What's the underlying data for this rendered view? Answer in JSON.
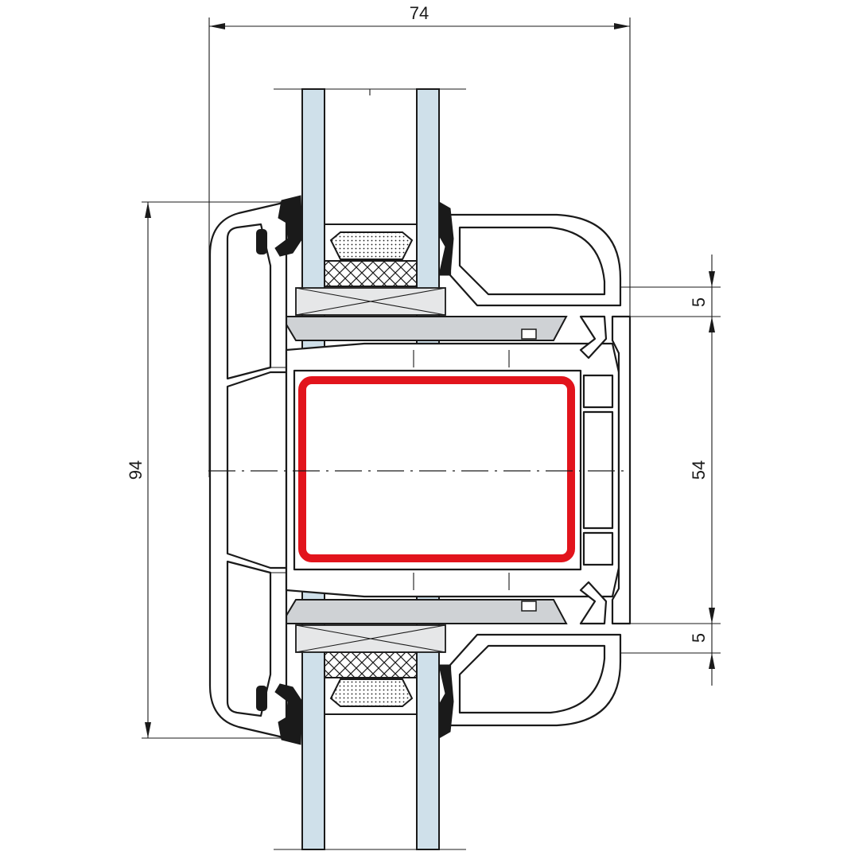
{
  "dimensions": {
    "overall_width": "74",
    "overall_height": "94",
    "sash_height": "54",
    "top_overlap": "5",
    "bottom_overlap": "5"
  },
  "colors": {
    "reinforcement": "#e2141c",
    "glass": "#cfe0ea",
    "packer": "#cfd2d5",
    "profile_line": "#1a1a1a"
  }
}
